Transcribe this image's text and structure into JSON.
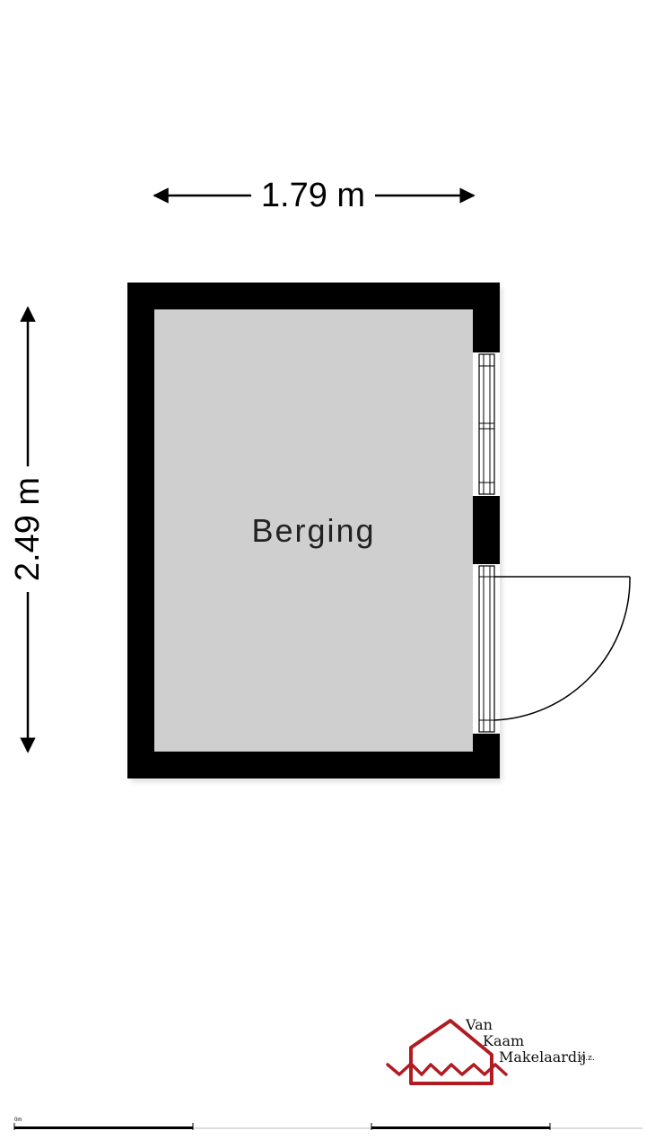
{
  "floorplan": {
    "width_label": "1.79 m",
    "height_label": "2.49 m",
    "room_label": "Berging"
  },
  "logo": {
    "line1": "Van",
    "line2": "Kaam",
    "line3": "Makelaardij",
    "suffix": "o.z.",
    "color": "#b01c22"
  },
  "scale_bar": {
    "start_label": "0m"
  }
}
